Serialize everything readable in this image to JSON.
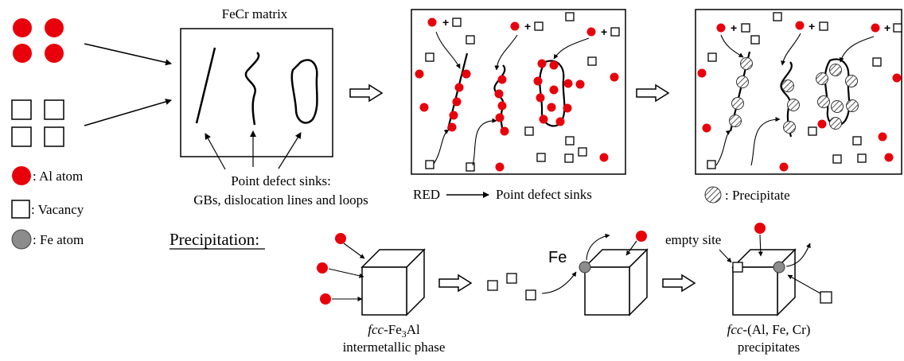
{
  "colors": {
    "al_atom": "#e8000b",
    "fe_atom": "#8c8c8c",
    "line": "#000000"
  },
  "panel1": {
    "title": "FeCr matrix"
  },
  "sinks_caption": {
    "line1": "Point defect sinks:",
    "line2": "GBs, dislocation lines and loops"
  },
  "legend": {
    "al": ": Al atom",
    "vacancy": ": Vacancy",
    "fe": ": Fe atom"
  },
  "panel2": {
    "caption_left": "RED",
    "caption_right": "Point defect sinks"
  },
  "panel3": {
    "caption": ": Precipitate"
  },
  "plus_sign": "+",
  "precipitation": {
    "heading": "Precipitation:",
    "fe_label": "Fe",
    "empty_site_label": "empty site",
    "left_caption": {
      "italic": "fcc",
      "main": "-Fe",
      "sub1": "3",
      "tail": "Al",
      "line2": "intermetallic phase"
    },
    "right_caption": {
      "italic": "fcc",
      "main": "-(Al, Fe, Cr)",
      "line2": "precipitates"
    }
  }
}
